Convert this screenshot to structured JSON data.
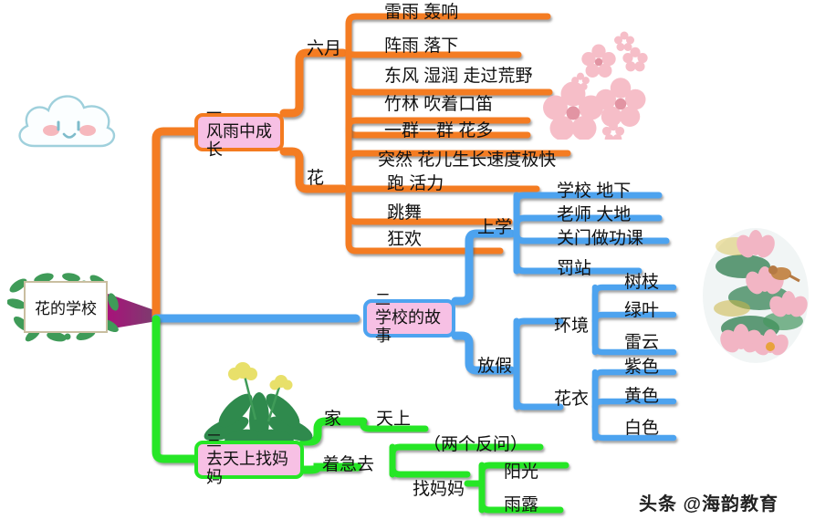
{
  "center": {
    "label": "花的学校"
  },
  "watermark": {
    "text": "头条 @海韵教育"
  },
  "branches": [
    {
      "index": "一",
      "title": "风雨中成长",
      "color": "#f47b20",
      "groups": [
        {
          "label": "六月",
          "leaves": [
            "雷雨  轰响",
            "阵雨  落下",
            "东风  湿润  走过荒野",
            "竹林  吹着口笛"
          ]
        },
        {
          "label": "花",
          "leaves": [
            "一群一群  花多",
            "突然  花儿生长速度极快",
            "跑  活力",
            "跳舞",
            "狂欢"
          ]
        }
      ]
    },
    {
      "index": "二",
      "title": "学校的故事",
      "color": "#4da3ef",
      "groups": [
        {
          "label": "上学",
          "leaves": [
            "学校  地下",
            "老师  大地",
            "关门做功课",
            "罚站"
          ]
        },
        {
          "label": "放假",
          "subgroups": [
            {
              "label": "环境",
              "leaves": [
                "树枝",
                "绿叶",
                "雷云"
              ]
            },
            {
              "label": "花衣",
              "leaves": [
                "紫色",
                "黄色",
                "白色"
              ]
            }
          ]
        }
      ]
    },
    {
      "index": "三",
      "title": "去天上找妈妈",
      "color": "#25e625",
      "groups": [
        {
          "label": "家",
          "leaves": [
            "天上"
          ]
        },
        {
          "label": "着急去",
          "leaves": [
            "（两个反问）"
          ],
          "subgroups": [
            {
              "label": "找妈妈",
              "leaves": [
                "阳光",
                "雨露"
              ]
            }
          ]
        }
      ]
    }
  ],
  "decorations": [
    {
      "name": "cloud-decoration"
    },
    {
      "name": "cherry-blossom-decoration"
    },
    {
      "name": "lotus-painting-decoration"
    },
    {
      "name": "plant-decoration"
    },
    {
      "name": "leaf-frame-decoration"
    }
  ]
}
